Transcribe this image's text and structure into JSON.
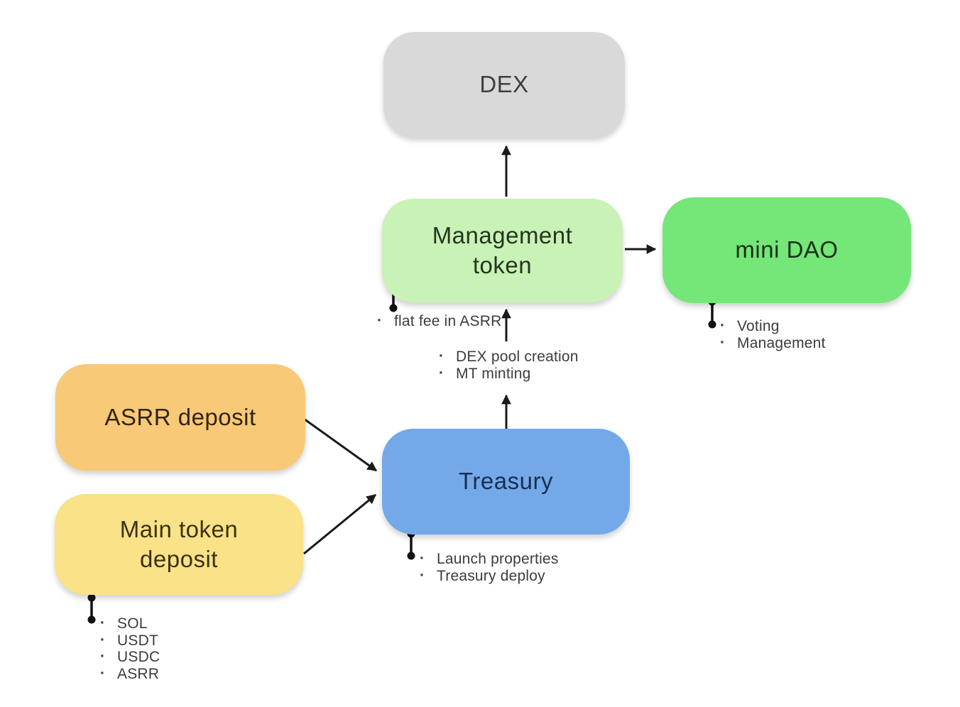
{
  "diagram": {
    "background_color": "#ffffff",
    "arrow_color": "#1a1a1a",
    "annotation_text_color": "#3c3c3c",
    "nodes": {
      "dex": {
        "label": "DEX",
        "fill": "#d9d9d9",
        "text_color": "#3f3f3f"
      },
      "management_token": {
        "label": "Management token",
        "fill": "#c9f2b6",
        "text_color": "#24361f"
      },
      "mini_dao": {
        "label": "mini DAO",
        "fill": "#75e678",
        "text_color": "#17301a"
      },
      "treasury": {
        "label": "Treasury",
        "fill": "#73a9e9",
        "text_color": "#1b2f4f"
      },
      "asrr_deposit": {
        "label": "ASRR deposit",
        "fill": "#f8c976",
        "text_color": "#33250e"
      },
      "main_token_deposit": {
        "label": "Main token deposit",
        "fill": "#f9e287",
        "text_color": "#3c3212"
      }
    },
    "annotations": {
      "management_token": {
        "items": [
          "flat fee in ASRR"
        ]
      },
      "treasury_process": {
        "items": [
          "DEX pool creation",
          "MT minting"
        ]
      },
      "mini_dao": {
        "items": [
          "Voting",
          "Management"
        ]
      },
      "treasury": {
        "items": [
          "Launch properties",
          "Treasury deploy"
        ]
      },
      "main_token_deposit": {
        "items": [
          "SOL",
          "USDT",
          "USDC",
          "ASRR"
        ]
      }
    },
    "edges": [
      {
        "from": "management_token",
        "to": "dex"
      },
      {
        "from": "management_token",
        "to": "mini_dao"
      },
      {
        "from": "treasury",
        "to": "management_token"
      },
      {
        "from": "asrr_deposit",
        "to": "treasury"
      },
      {
        "from": "main_token_deposit",
        "to": "treasury"
      }
    ]
  }
}
